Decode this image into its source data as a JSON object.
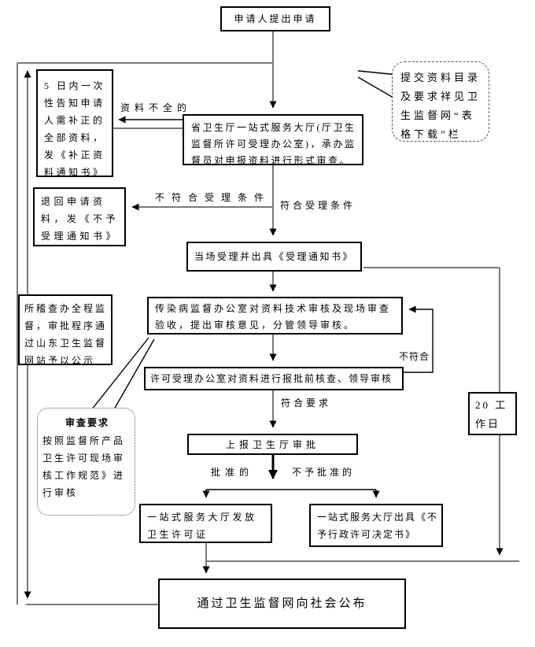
{
  "nodes": {
    "applicant": "申请人提出申请",
    "notify": "5 日内一次性告知申请人需补正的全部资料，发《补正资料通知书》",
    "hall_review": "省卫生厅一站式服务大厅(厅卫生监督所许可受理办公室)，承办监督员对申报资料进行形式审查。",
    "return_materials": "退回申请资料，发《不予受理通知书》",
    "accept": "当场受理并出具《受理通知书》",
    "tech_review": "传染病监督办公室对资料技术审核及现场审查验收，提出审核意见，分管领导审核。",
    "supervision": "所稽查办全程监督，审批程序通过山东卫生监督网站予以公示",
    "pre_check": "许可受理办公室对资料进行报批前核查、领导审核",
    "submit": "上报卫生厅审批",
    "issue": "一站式服务大厅发放卫生许可证",
    "deny": "一站式服务大厅出具《不予行政许可决定书》",
    "workdays": "20 工作日",
    "publish": "通过卫生监督网向社会公布"
  },
  "edge_labels": {
    "incomplete": "资料不全的",
    "not_qualified": "不符合受理条件",
    "qualified": "符合受理条件",
    "not_conform": "不符合",
    "conform": "符合要求",
    "approved": "批准的",
    "not_approved": "不予批准的"
  },
  "callouts": {
    "submit_materials": "提交资料目录及要求祥见卫生监督网“表格下载”栏",
    "review_title": "审查要求",
    "review_body": "按照监督所产品卫生许可现场审核工作规范》进行审核"
  },
  "colors": {
    "line_gray": "#7a7a7a",
    "line_black": "#000000",
    "box_border": "#000000",
    "background": "#ffffff"
  }
}
